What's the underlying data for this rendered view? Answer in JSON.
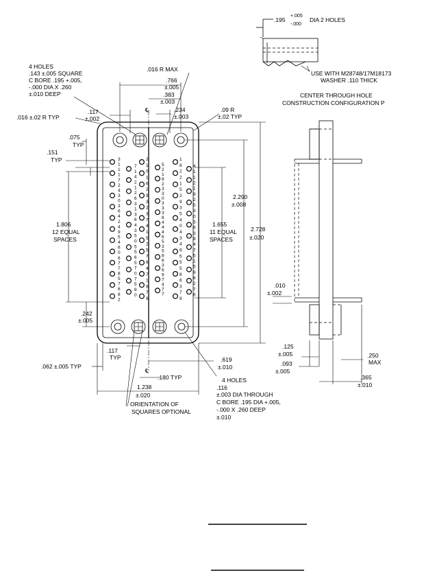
{
  "title_block": {
    "dia_holes_value": ".195",
    "dia_holes_tol_plus": "+.005",
    "dia_holes_tol_minus": "-.000",
    "dia_holes_label": "DIA 2 HOLES",
    "use_with": "USE WITH M28748/17M18173",
    "washer": "WASHER .110 THICK",
    "center_through": "CENTER THROUGH HOLE",
    "construction": "CONSTRUCTION CONFIGURATION P"
  },
  "top_notes": {
    "four_holes_1": "4 HOLES",
    "four_holes_2": ".143 ±.005 SQUARE",
    "four_holes_3": "C BORE .195 +.005,",
    "four_holes_4": "-.000 DIA X .260",
    "four_holes_5": "±.010 DEEP",
    "r_max": ".016 R MAX",
    "d766": ".766",
    "d766_tol": "±.005",
    "d383": ".383",
    "d383_tol": "±.003",
    "d117": ".117",
    "d117_tol": "±.002",
    "cl": "℄",
    "d234": ".234",
    "d234_tol": "±.003",
    "r09": ".09 R",
    "r09_tol": "±.02 TYP",
    "r016": ".016 ±.02 R TYP"
  },
  "left_dims": {
    "d075": ".075",
    "d075_typ": "TYP",
    "d151": ".151",
    "d151_typ": "TYP",
    "d1806": "1.806",
    "eq12": "12 EQUAL",
    "sp12": "SPACES",
    "d242": ".242",
    "d242_tol": "±.005",
    "d117b": ".117",
    "d117b_typ": "TYP",
    "d062": ".062 ±.005 TYP"
  },
  "right_dims": {
    "d1655": "1.655",
    "eq11": "11 EQUAL",
    "sp11": "SPACES",
    "d2290": "2.290",
    "d2290_tol": "±.008",
    "d2728": "2.728",
    "d2728_tol": "±.020",
    "d010": ".010",
    "d010_tol": "±.002",
    "d125": ".125",
    "d125_tol": "±.005",
    "d093": ".093",
    "d093_tol": "±.005",
    "d250": ".250",
    "d250_max": "MAX",
    "d365": ".365",
    "d365_tol": "±.010"
  },
  "bottom_dims": {
    "d619": ".619",
    "d619_tol": "±.010",
    "d180": ".180 TYP",
    "d1238": "1.238",
    "d1238_tol": "±.020",
    "orient1": "ORIENTATION OF",
    "orient2": "SQUARES OPTIONAL",
    "holes4_1": "4 HOLES",
    "holes4_2": ".116",
    "holes4_3": "±.003 DIA THROUGH",
    "holes4_4": "C BORE .195 DIA +.005,",
    "holes4_5": "-.000 X .260 DEEP",
    "holes4_6": "±.010"
  },
  "pin_numbers": {
    "col1": [
      "3",
      "1",
      "1",
      "1",
      "7",
      "2",
      "4",
      "3",
      "0",
      "3",
      "6",
      "4",
      "2",
      "4",
      "9",
      "5",
      "4",
      "6",
      "0",
      "6",
      "7",
      "7",
      "8",
      "5",
      "7",
      "6",
      "8",
      "2"
    ],
    "col2": [
      "7",
      "1",
      "4",
      "2",
      "1",
      "2",
      "6",
      "3",
      "1",
      "3",
      "6",
      "4",
      "3",
      "5",
      "0",
      "5",
      "5",
      "6",
      "5",
      "7",
      "0",
      "7",
      "5",
      "8",
      "0"
    ],
    "col3": [
      "2",
      "1",
      "0",
      "1",
      "6",
      "2",
      "9",
      "3",
      "2",
      "3",
      "7",
      "4",
      "1",
      "5",
      "2",
      "5",
      "7",
      "6",
      "4",
      "7",
      "1",
      "8",
      "7",
      "9"
    ],
    "col4": [
      "5",
      "2",
      "1",
      "8",
      "2",
      "3",
      "3",
      "0",
      "3",
      "3",
      "3",
      "8",
      "4",
      "4",
      "4",
      "6",
      "5",
      "3",
      "5",
      "8",
      "6",
      "3",
      "6",
      "9",
      "7",
      "4",
      "7",
      "7"
    ],
    "col5": [
      "1",
      "8",
      "2",
      "2",
      "1",
      "5",
      "2",
      "9",
      "3",
      "5",
      "4",
      "0",
      "4",
      "3",
      "4",
      "9",
      "5",
      "5",
      "5",
      "8",
      "6",
      "3",
      "7",
      "9"
    ],
    "col6": [
      "4",
      "1",
      "1",
      "2",
      "1",
      "9",
      "2",
      "5",
      "3",
      "0",
      "3",
      "6",
      "3",
      "9",
      "4",
      "7",
      "5",
      "1",
      "5",
      "9",
      "6",
      "2",
      "7",
      "6"
    ]
  }
}
